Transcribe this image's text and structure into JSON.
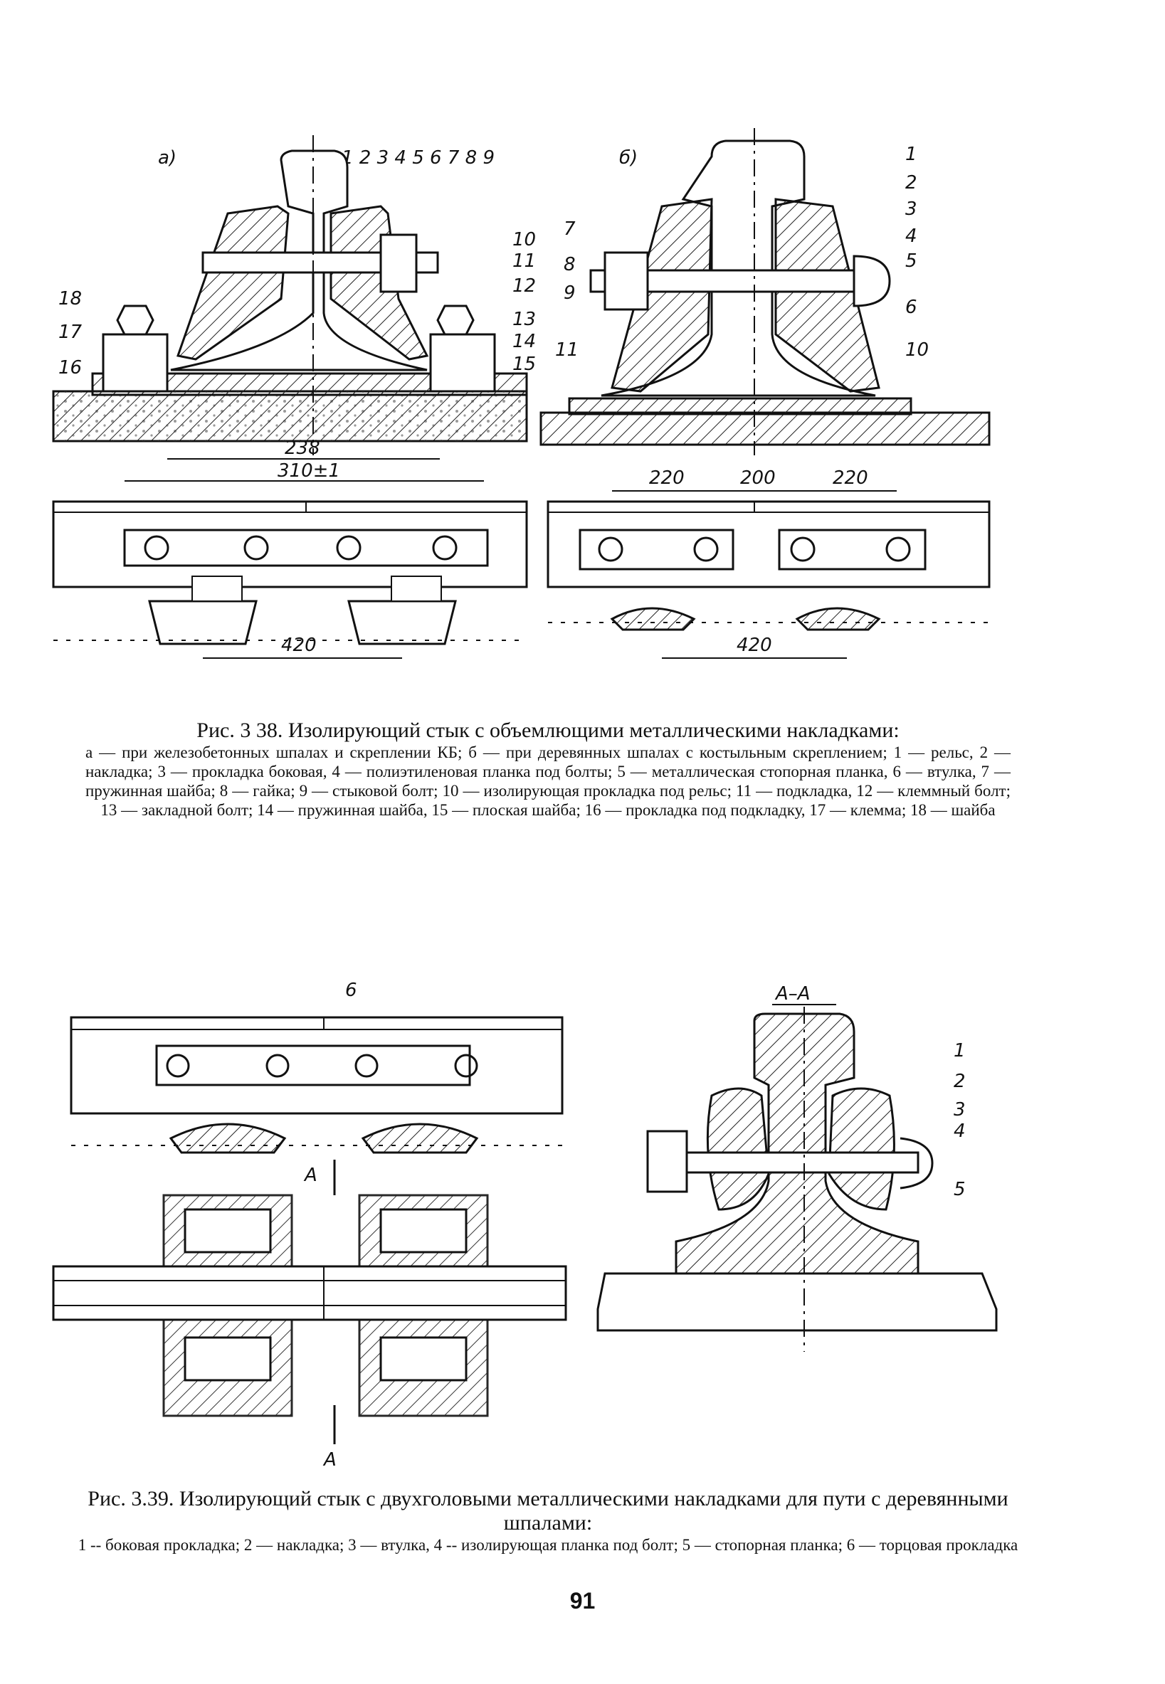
{
  "fig338": {
    "panel_a_label": "а)",
    "panel_b_label": "б)",
    "numbers_a_top": "1 2 3 4 5 6 7 8 9",
    "numbers_a_right": [
      "10",
      "11",
      "12",
      "13",
      "14",
      "15"
    ],
    "numbers_a_left": [
      "18",
      "17",
      "16"
    ],
    "dim_238": "238",
    "dim_310": "310±1",
    "dim_420_a": "420",
    "numbers_b_right": [
      "1",
      "2",
      "3",
      "4",
      "5",
      "6",
      "10"
    ],
    "numbers_b_left": [
      "7",
      "8",
      "9",
      "11"
    ],
    "dim_220_left": "220",
    "dim_200": "200",
    "dim_220_right": "220",
    "dim_420_b": "420",
    "caption_title": "Рис. 3 38. Изолирующий стык с объемлющими металлическими накладками:",
    "caption_body": "а — при железобетонных шпалах и скреплении КБ; б — при деревянных шпалах с костыльным скреплением; 1 — рельс, 2 — накладка; 3 — прокладка боковая, 4 — полиэтиленовая планка под болты; 5 — металлическая стопорная планка, 6 — втулка, 7 — пружинная шайба; 8 — гайка; 9 — стыковой болт; 10 — изолирующая прокладка под рельс; 11 — подкладка, 12 — клеммный болт; 13 — закладной болт; 14 — пружинная шайба, 15 — плоская шайба; 16 — прокладка под подкладку, 17 — клемма; 18 — шайба"
  },
  "fig339": {
    "label_6": "6",
    "section_title": "А–А",
    "section_mark": "А",
    "numbers_right": [
      "1",
      "2",
      "3",
      "4",
      "5"
    ],
    "caption_title": "Рис. 3.39. Изолирующий стык с двухголовыми металлическими накладками для пути с деревянными шпалами:",
    "caption_body": "1 -- боковая прокладка; 2 — накладка; 3 — втулка, 4 -- изолирующая планка под болт; 5 — стопорная планка; 6 — торцовая прокладка"
  },
  "page_number": "91"
}
